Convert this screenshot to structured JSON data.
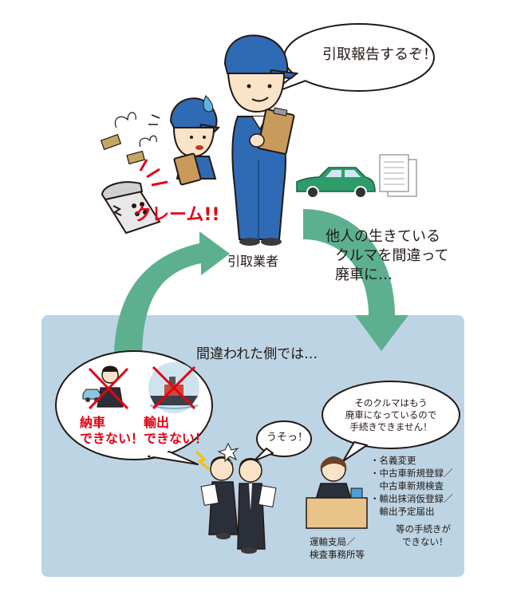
{
  "top": {
    "speech": "引取報告するぞ！",
    "complaint": "クレーム!!",
    "worker_label": "引取業者",
    "mistake_line1": "他人の生きている",
    "mistake_line2": "クルマを間違って",
    "mistake_line3": "廃車に…"
  },
  "bottom": {
    "title": "間違われた側では…",
    "left_bubble": {
      "item1_line1": "納車",
      "item1_line2": "できない！",
      "item2_line1": "輸出",
      "item2_line2": "できない！"
    },
    "surprise": "うそっ！",
    "clerk_bubble": {
      "line1": "そのクルマはもう",
      "line2": "廃車になっているので",
      "line3": "手続きできません！"
    },
    "procedures": [
      "・名義変更",
      "・中古車新規登録／",
      "　中古車新規検査",
      "・輸出抹消仮登録／",
      "　輸出予定届出"
    ],
    "cannot_line1": "等の手続きが",
    "cannot_line2": "できない！",
    "office_line1": "運輸支局／",
    "office_line2": "検査事務所等"
  },
  "colors": {
    "arrow": "#5cb08f",
    "panel": "#bdd4e4",
    "uniform": "#2f6ab4",
    "alert": "#e60012",
    "car": "#2e9c6a"
  },
  "icons": [
    "flying-money-icon",
    "telephone-icon",
    "car-icon",
    "document-icon",
    "anger-mark-icon",
    "sweat-drop-icon",
    "cross-mark-icon",
    "ship-icon"
  ]
}
